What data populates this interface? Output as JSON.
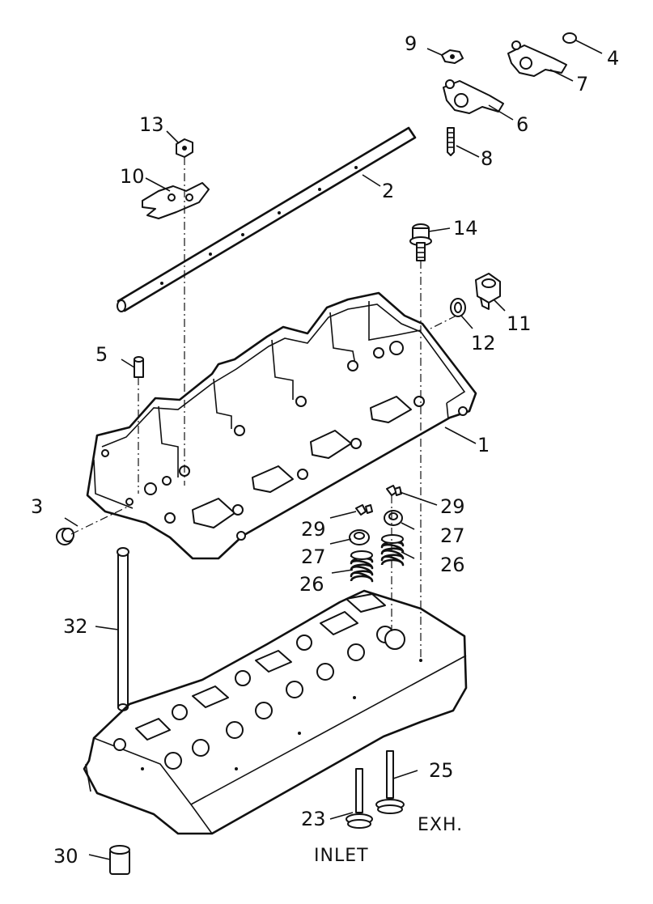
{
  "callouts": [
    {
      "id": "n1",
      "text": "1"
    },
    {
      "id": "n2",
      "text": "2"
    },
    {
      "id": "n3",
      "text": "3"
    },
    {
      "id": "n4",
      "text": "4"
    },
    {
      "id": "n5",
      "text": "5"
    },
    {
      "id": "n6",
      "text": "6"
    },
    {
      "id": "n7",
      "text": "7"
    },
    {
      "id": "n8",
      "text": "8"
    },
    {
      "id": "n9",
      "text": "9"
    },
    {
      "id": "n10",
      "text": "10"
    },
    {
      "id": "n11",
      "text": "11"
    },
    {
      "id": "n12",
      "text": "12"
    },
    {
      "id": "n13",
      "text": "13"
    },
    {
      "id": "n14",
      "text": "14"
    },
    {
      "id": "n23",
      "text": "23"
    },
    {
      "id": "n25",
      "text": "25"
    },
    {
      "id": "n26a",
      "text": "26"
    },
    {
      "id": "n26b",
      "text": "26"
    },
    {
      "id": "n27a",
      "text": "27"
    },
    {
      "id": "n27b",
      "text": "27"
    },
    {
      "id": "n29a",
      "text": "29"
    },
    {
      "id": "n29b",
      "text": "29"
    },
    {
      "id": "n30",
      "text": "30"
    },
    {
      "id": "n32",
      "text": "32"
    }
  ],
  "captions": {
    "inlet": "INLET",
    "exhaust": "EXH."
  }
}
